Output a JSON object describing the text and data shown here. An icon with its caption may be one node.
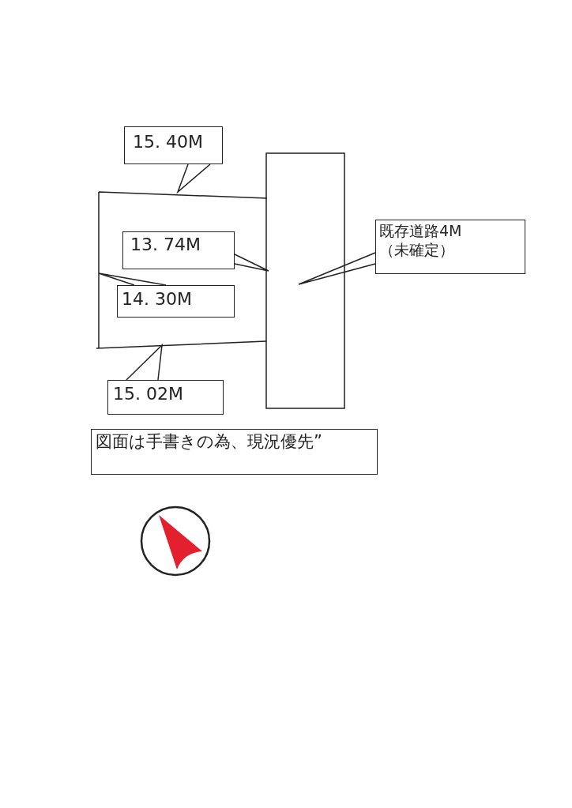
{
  "diagram": {
    "nodes": [
      {
        "text": [],
        "shape": "box"
      },
      {
        "text": [],
        "shape": "box"
      },
      {
        "text": [
          "15. 40M"
        ]
      },
      {
        "text": [
          "13. 74M"
        ],
        "in": 0
      },
      {
        "text": [
          "14. 30M"
        ],
        "in": 0
      },
      {
        "text": [
          "15. 02M"
        ]
      },
      {
        "text": [
          "既存道路4M（未確定）"
        ]
      },
      {
        "text": [
          "図面は手書きの為、現況優先”"
        ]
      }
    ],
    "edges": [
      {
        "from": 2,
        "to": 0,
        "arrow": "none"
      },
      {
        "from": 3,
        "to": 0,
        "arrow": "none"
      },
      {
        "from": 4,
        "to": 0,
        "arrow": "none"
      },
      {
        "from": 5,
        "to": 0,
        "arrow": "none"
      },
      {
        "from": 6,
        "to": 1,
        "arrow": "none"
      }
    ]
  }
}
